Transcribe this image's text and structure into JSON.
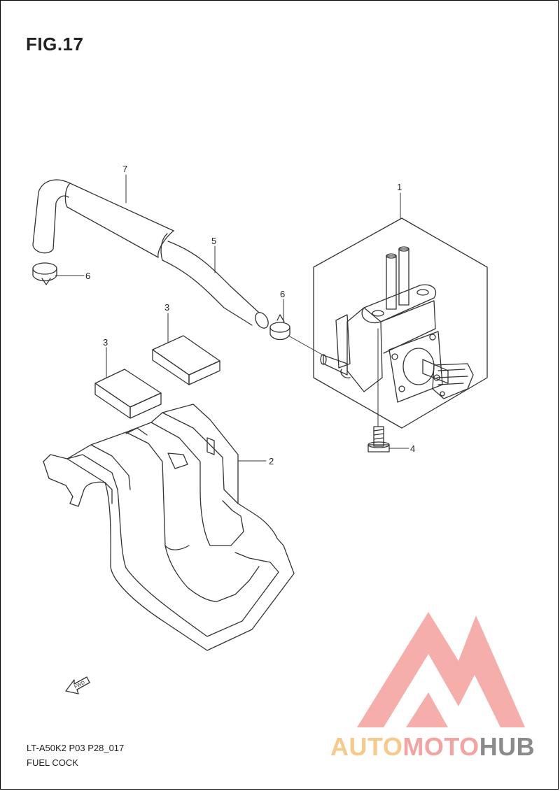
{
  "figure": {
    "title": "FIG.17"
  },
  "footer": {
    "code": "LT-A50K2 P03 P28_017",
    "name": "FUEL COCK"
  },
  "callouts": [
    {
      "id": "callout-7",
      "label": "7"
    },
    {
      "id": "callout-1",
      "label": "1"
    },
    {
      "id": "callout-5",
      "label": "5"
    },
    {
      "id": "callout-6a",
      "label": "6"
    },
    {
      "id": "callout-6b",
      "label": "6"
    },
    {
      "id": "callout-3a",
      "label": "3"
    },
    {
      "id": "callout-3b",
      "label": "3"
    },
    {
      "id": "callout-4",
      "label": "4"
    },
    {
      "id": "callout-2",
      "label": "2"
    }
  ],
  "fwd_arrow": {
    "label": "FWD"
  },
  "watermark": {
    "part1": "AUTO",
    "part2": "MOTO",
    "part3": "HUB",
    "colors": {
      "auto": "#f7c98b",
      "moto": "#f4a4a0",
      "hub": "#8a8a8a",
      "logo": "#f08b86"
    }
  }
}
